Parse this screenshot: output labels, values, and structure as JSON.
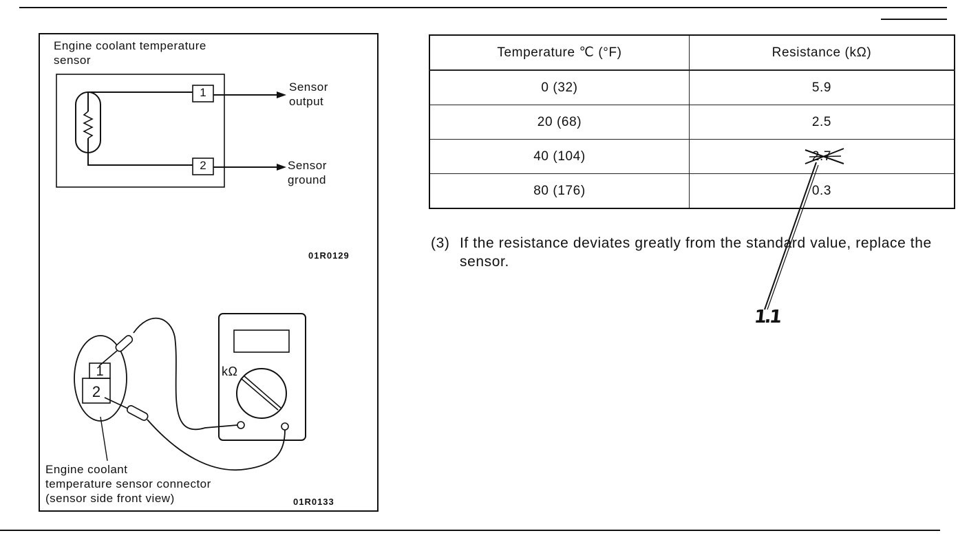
{
  "wiring_diagram": {
    "title": "Engine coolant temperature\nsensor",
    "pin_1": "1",
    "pin_2": "2",
    "output_label": "Sensor\noutput",
    "ground_label": "Sensor\nground",
    "figure_code": "01R0129"
  },
  "meter_diagram": {
    "unit_label": "kΩ",
    "connector_pin_1": "1",
    "connector_pin_2": "2",
    "connector_label": "Engine coolant\ntemperature sensor connector\n(sensor side front view)",
    "figure_code": "01R0133"
  },
  "spec_table": {
    "header_temp": "Temperature ℃ (°F)",
    "header_res": "Resistance (kΩ)",
    "rows": [
      {
        "temp": "0 (32)",
        "res": "5.9"
      },
      {
        "temp": "20 (68)",
        "res": "2.5"
      },
      {
        "temp": "40 (104)",
        "res": "2.7"
      },
      {
        "temp": "80 (176)",
        "res": "0.3"
      }
    ]
  },
  "note": {
    "number": "(3)",
    "text": "If the resistance deviates greatly from the standard value, replace the sensor."
  },
  "handwritten_correction": "1.1"
}
